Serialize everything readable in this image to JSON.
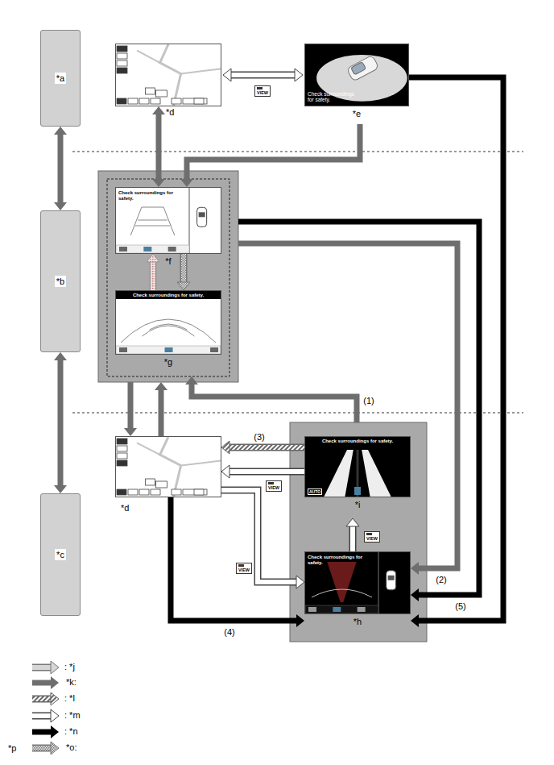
{
  "diagram": {
    "nodes": [
      {
        "text": [
          "*a"
        ]
      },
      {
        "text": [
          "*b"
        ]
      },
      {
        "text": [
          "*c"
        ]
      },
      {
        "text": [
          "*d"
        ]
      },
      {
        "text": [
          "Check surroundings for safety.",
          "*e"
        ]
      },
      {
        "text": []
      },
      {
        "text": [],
        "in": 5
      },
      {
        "text": [
          "Check surroundings for safety.",
          "*f"
        ],
        "in": 6
      },
      {
        "text": [
          "Check surroundings for safety.",
          "*g"
        ],
        "in": 6
      },
      {
        "text": [
          "*d"
        ]
      },
      {
        "text": []
      },
      {
        "text": [
          "Check surroundings for safety.",
          "AUTO",
          "*i"
        ],
        "in": 10
      },
      {
        "text": [
          "Check surroundings for safety.",
          "*h"
        ],
        "in": 10
      }
    ],
    "edges": [
      {
        "from": 0,
        "to": 1,
        "arrow": "both"
      },
      {
        "from": 1,
        "to": 2,
        "arrow": "both"
      },
      {
        "from": 3,
        "to": 4,
        "arrow": "both",
        "label": "VIEW"
      },
      {
        "from": 3,
        "to": 7,
        "arrow": "both"
      },
      {
        "from": 4,
        "to": 7,
        "arrow": "to"
      },
      {
        "from": 8,
        "to": 7,
        "arrow": "to"
      },
      {
        "from": 7,
        "to": 8,
        "arrow": "to"
      },
      {
        "from": 5,
        "to": 12,
        "arrow": "to",
        "label": "(5)"
      },
      {
        "from": 5,
        "to": 12,
        "arrow": "to",
        "label": "(2)"
      },
      {
        "from": 4,
        "to": 12,
        "arrow": "to"
      },
      {
        "from": 5,
        "to": 9,
        "arrow": "to"
      },
      {
        "from": 9,
        "to": 5,
        "arrow": "to"
      },
      {
        "from": 10,
        "to": 6,
        "arrow": "to",
        "label": "(1)"
      },
      {
        "from": 11,
        "to": 9,
        "arrow": "to",
        "label": "(3)"
      },
      {
        "from": 11,
        "to": 9,
        "arrow": "to",
        "label": "VIEW"
      },
      {
        "from": 12,
        "to": 11,
        "arrow": "to",
        "label": "VIEW"
      },
      {
        "from": 9,
        "to": 12,
        "arrow": "to",
        "label": "VIEW"
      },
      {
        "from": 9,
        "to": 12,
        "arrow": "to",
        "label": "(4)"
      }
    ],
    "labels": [
      "*p"
    ],
    "legend": [
      {
        "text": ": *j"
      },
      {
        "text": "*k:"
      },
      {
        "text": ": *l"
      },
      {
        "text": ": *m"
      },
      {
        "text": ": *n"
      },
      {
        "text": "*o:"
      }
    ]
  }
}
